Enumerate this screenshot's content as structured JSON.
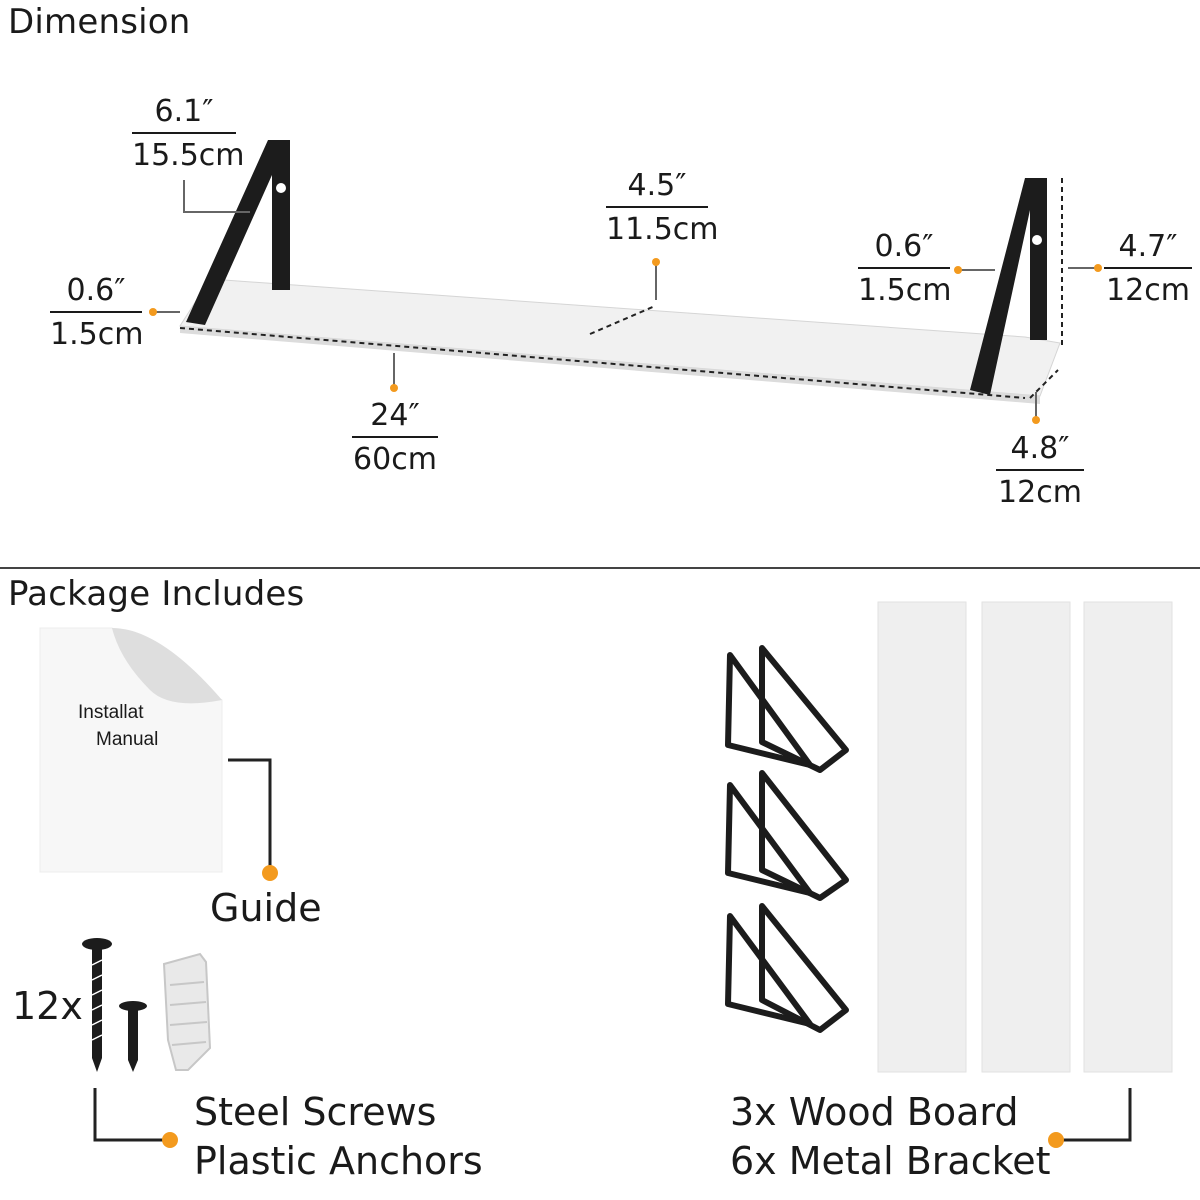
{
  "sections": {
    "dimension_title": "Dimension",
    "package_title": "Package Includes"
  },
  "dimensions": {
    "bracket_height": {
      "in": "6.1″",
      "cm": "15.5cm"
    },
    "board_depth_mid": {
      "in": "4.5″",
      "cm": "11.5cm"
    },
    "bracket_strap_right": {
      "in": "0.6″",
      "cm": "1.5cm"
    },
    "bracket_drop": {
      "in": "4.7″",
      "cm": "12cm"
    },
    "board_thickness": {
      "in": "0.6″",
      "cm": "1.5cm"
    },
    "board_length": {
      "in": "24″",
      "cm": "60cm"
    },
    "board_depth": {
      "in": "4.8″",
      "cm": "12cm"
    }
  },
  "package": {
    "manual_line1": "Installat",
    "manual_line2": "Manual",
    "guide_label": "Guide",
    "screws_count": "12x",
    "screws_line1": "Steel Screws",
    "screws_line2": "Plastic Anchors",
    "boards_line1": "3x Wood Board",
    "boards_line2": "6x Metal Bracket"
  },
  "colors": {
    "accent_dot": "#f39a1e",
    "bracket": "#1c1c1c",
    "board": "#efefef"
  }
}
